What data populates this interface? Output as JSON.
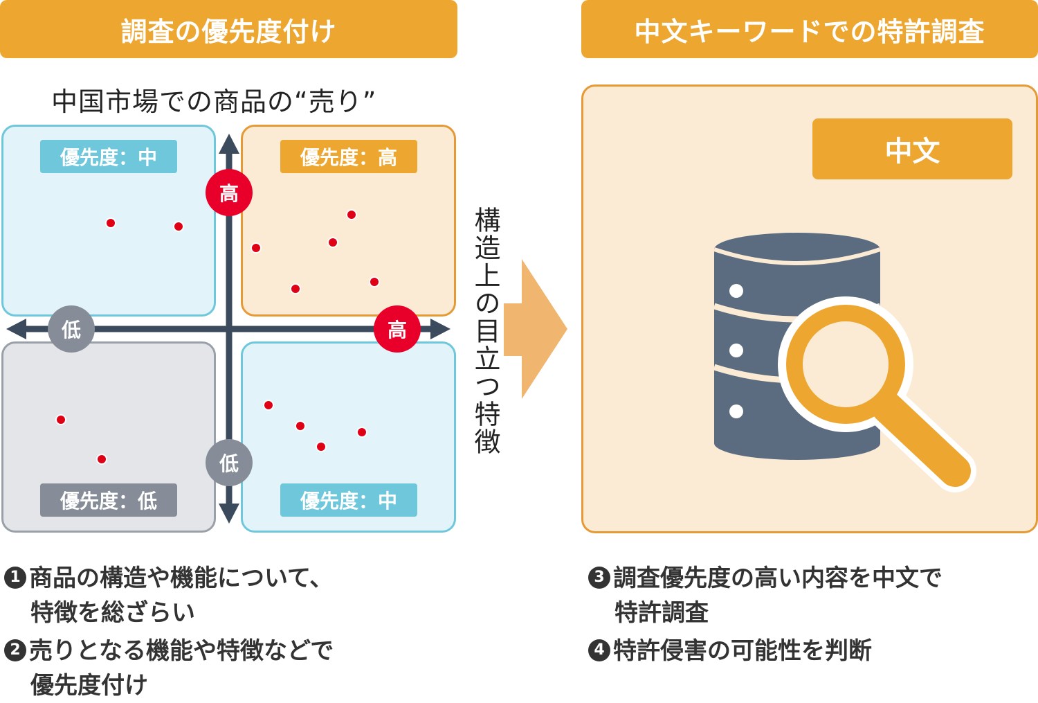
{
  "left_panel": {
    "header": "調査の優先度付け",
    "top_label": "中国市場での商品の“売り”",
    "side_label": "構造上の目立つ特徴",
    "quadrants": {
      "top_left": "優先度：中",
      "top_right": "優先度：高",
      "bottom_left": "優先度：低",
      "bottom_right": "優先度：中"
    },
    "axis": {
      "y_high": "高",
      "y_low": "低",
      "x_high": "高",
      "x_low": "低"
    }
  },
  "right_panel": {
    "header": "中文キーワードでの特許調査",
    "language_badge": "中文",
    "icon": "database-search-icon"
  },
  "steps": {
    "left": [
      {
        "num": "1",
        "line1": "商品の構造や機能について、",
        "line2": "特徴を総ざらい"
      },
      {
        "num": "2",
        "line1": "売りとなる機能や特徴などで",
        "line2": "優先度付け"
      }
    ],
    "right": [
      {
        "num": "3",
        "line1": "調査優先度の高い内容を中文で",
        "line2": "特許調査"
      },
      {
        "num": "4",
        "line1": "特許侵害の可能性を判断",
        "line2": ""
      }
    ]
  },
  "colors": {
    "accent_orange": "#eda730",
    "high_red": "#e8002b",
    "low_gray": "#868d98",
    "mid_blue": "#6ec7da",
    "axis": "#3b4a5c",
    "database": "#5b6b80"
  }
}
